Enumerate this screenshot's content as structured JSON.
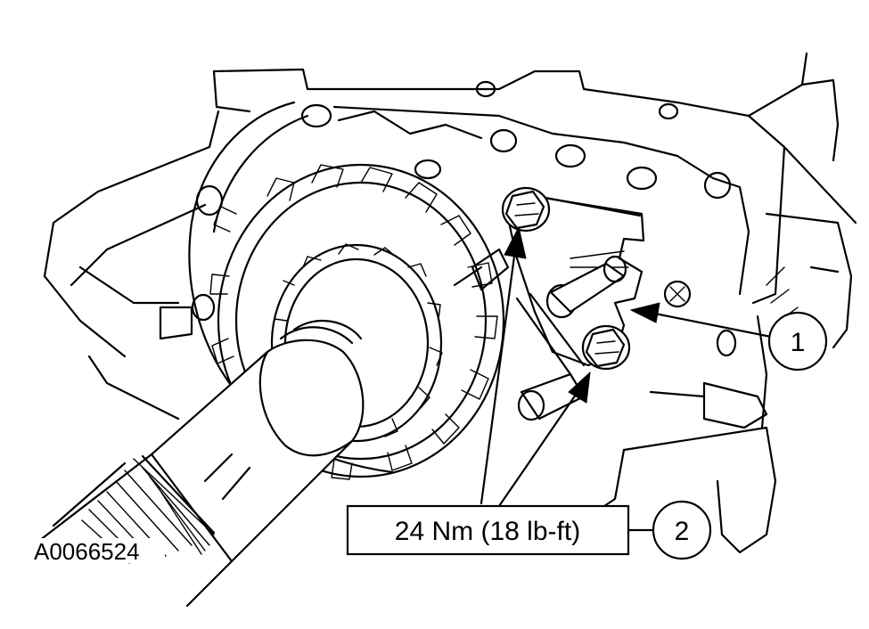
{
  "figure": {
    "reference_id": "A0066524",
    "torque_callout": "24 Nm (18 lb-ft)",
    "callouts": [
      {
        "number": "1"
      },
      {
        "number": "2"
      }
    ]
  }
}
